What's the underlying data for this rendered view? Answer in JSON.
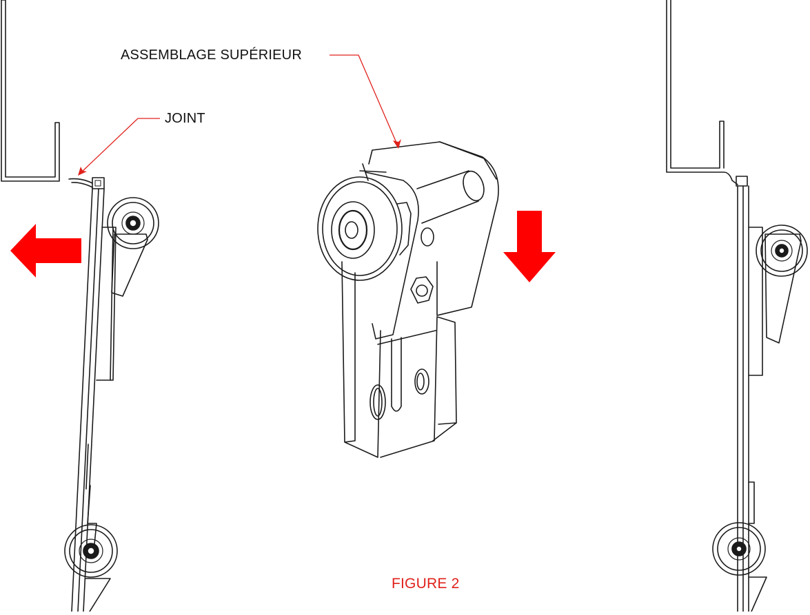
{
  "labels": {
    "upper_assembly": "ASSEMBLAGE SUPÉRIEUR",
    "joint": "JOINT",
    "figure": "FIGURE 2"
  },
  "colors": {
    "ink": "#1a1a1a",
    "callout": "#e0211b",
    "arrow": "#ff0000",
    "background": "#ffffff"
  },
  "icons": {
    "left_arrow": "arrow-left-icon",
    "down_arrow": "arrow-down-icon"
  }
}
